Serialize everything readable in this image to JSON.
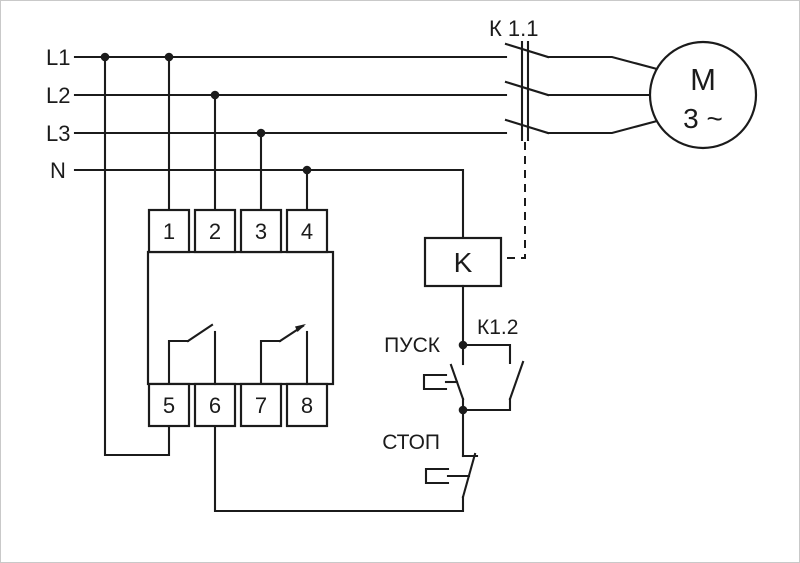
{
  "diagram": {
    "phase_labels": [
      "L1",
      "L2",
      "L3",
      "N"
    ],
    "terminals_top": [
      "1",
      "2",
      "3",
      "4"
    ],
    "terminals_bottom": [
      "5",
      "6",
      "7",
      "8"
    ],
    "main_contact_label": "К 1.1",
    "aux_contact_label": "К1.2",
    "contactor_letter": "K",
    "motor_letter": "M",
    "motor_phase": "3 ~",
    "start_label": "ПУСК",
    "stop_label": "СТОП",
    "colors": {
      "ink": "#1b1b1b",
      "background": "#ffffff"
    }
  }
}
